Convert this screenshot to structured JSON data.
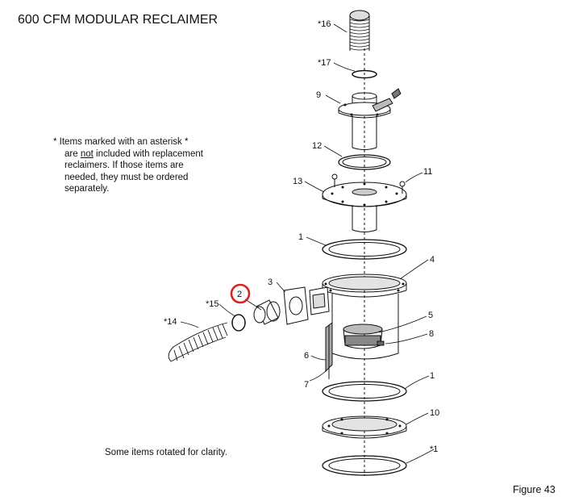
{
  "title": "600 CFM MODULAR RECLAIMER",
  "note": {
    "line1a": "* Items marked with an asterisk *",
    "line2a": "are ",
    "line2u": "not",
    "line2b": " included with replacement",
    "line3": "reclaimers.  If  those  items  are",
    "line4": "needed,  they  must  be  ordered",
    "line5": "separately."
  },
  "footnote": "Some items rotated for clarity.",
  "figure": "Figure 43",
  "callouts": [
    "*16",
    "*17",
    "9",
    "12",
    "13",
    "11",
    "1",
    "4",
    "3",
    "2",
    "*15",
    "*14",
    "5",
    "8",
    "6",
    "7",
    "1",
    "10",
    "*1"
  ],
  "highlight_color": "#d9231d"
}
